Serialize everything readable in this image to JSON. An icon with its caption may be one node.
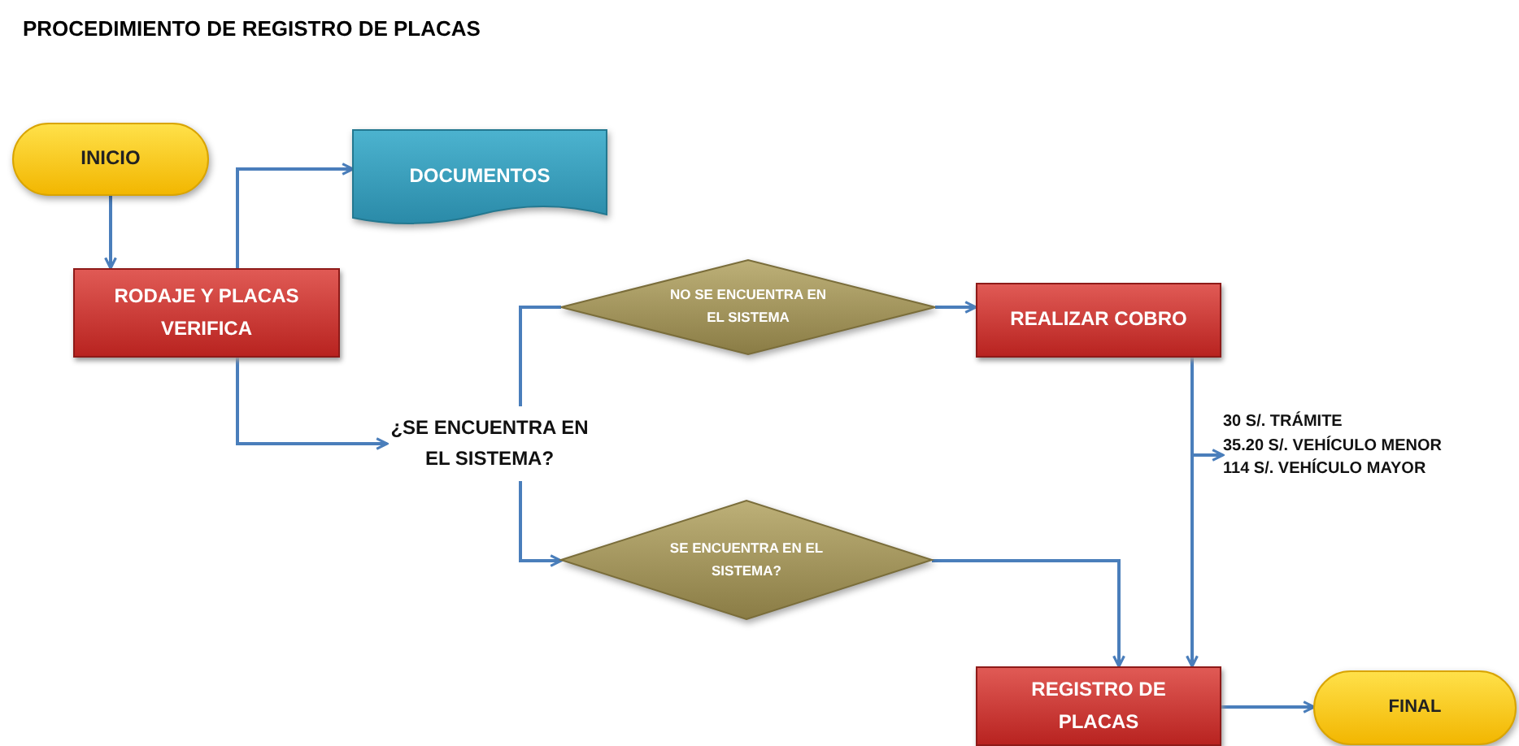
{
  "diagram": {
    "title": "PROCEDIMIENTO DE REGISTRO DE PLACAS",
    "nodes": [
      {
        "text": [
          "INICIO"
        ]
      },
      {
        "text": [
          "DOCUMENTOS"
        ]
      },
      {
        "text": [
          "RODAJE Y PLACAS VERIFICA"
        ]
      },
      {
        "text": [
          "¿SE ENCUENTRA EN EL SISTEMA?"
        ]
      },
      {
        "text": [
          "NO SE ENCUENTRA EN EL SISTEMA"
        ]
      },
      {
        "text": [
          "REALIZAR COBRO"
        ]
      },
      {
        "text": [
          "30 S/. TRÁMITE",
          "35.20 S/. VEHÍCULO MENOR",
          "114 S/. VEHÍCULO MAYOR"
        ]
      },
      {
        "text": [
          "SE ENCUENTRA EN EL SISTEMA?"
        ]
      },
      {
        "text": [
          "REGISTRO  DE PLACAS"
        ]
      },
      {
        "text": [
          "FINAL"
        ]
      }
    ],
    "edges": [
      {
        "from": 0,
        "to": 2,
        "arrow": "to"
      },
      {
        "from": 2,
        "to": 1,
        "arrow": "to"
      },
      {
        "from": 2,
        "to": 3,
        "arrow": "to"
      },
      {
        "from": 3,
        "to": 4,
        "arrow": "none"
      },
      {
        "from": 3,
        "to": 7,
        "arrow": "to"
      },
      {
        "from": 4,
        "to": 5,
        "arrow": "to"
      },
      {
        "from": 5,
        "to": 8,
        "arrow": "to"
      },
      {
        "from": 5,
        "to": 6,
        "arrow": "to"
      },
      {
        "from": 7,
        "to": 8,
        "arrow": "to"
      },
      {
        "from": 8,
        "to": 9,
        "arrow": "to"
      }
    ]
  }
}
